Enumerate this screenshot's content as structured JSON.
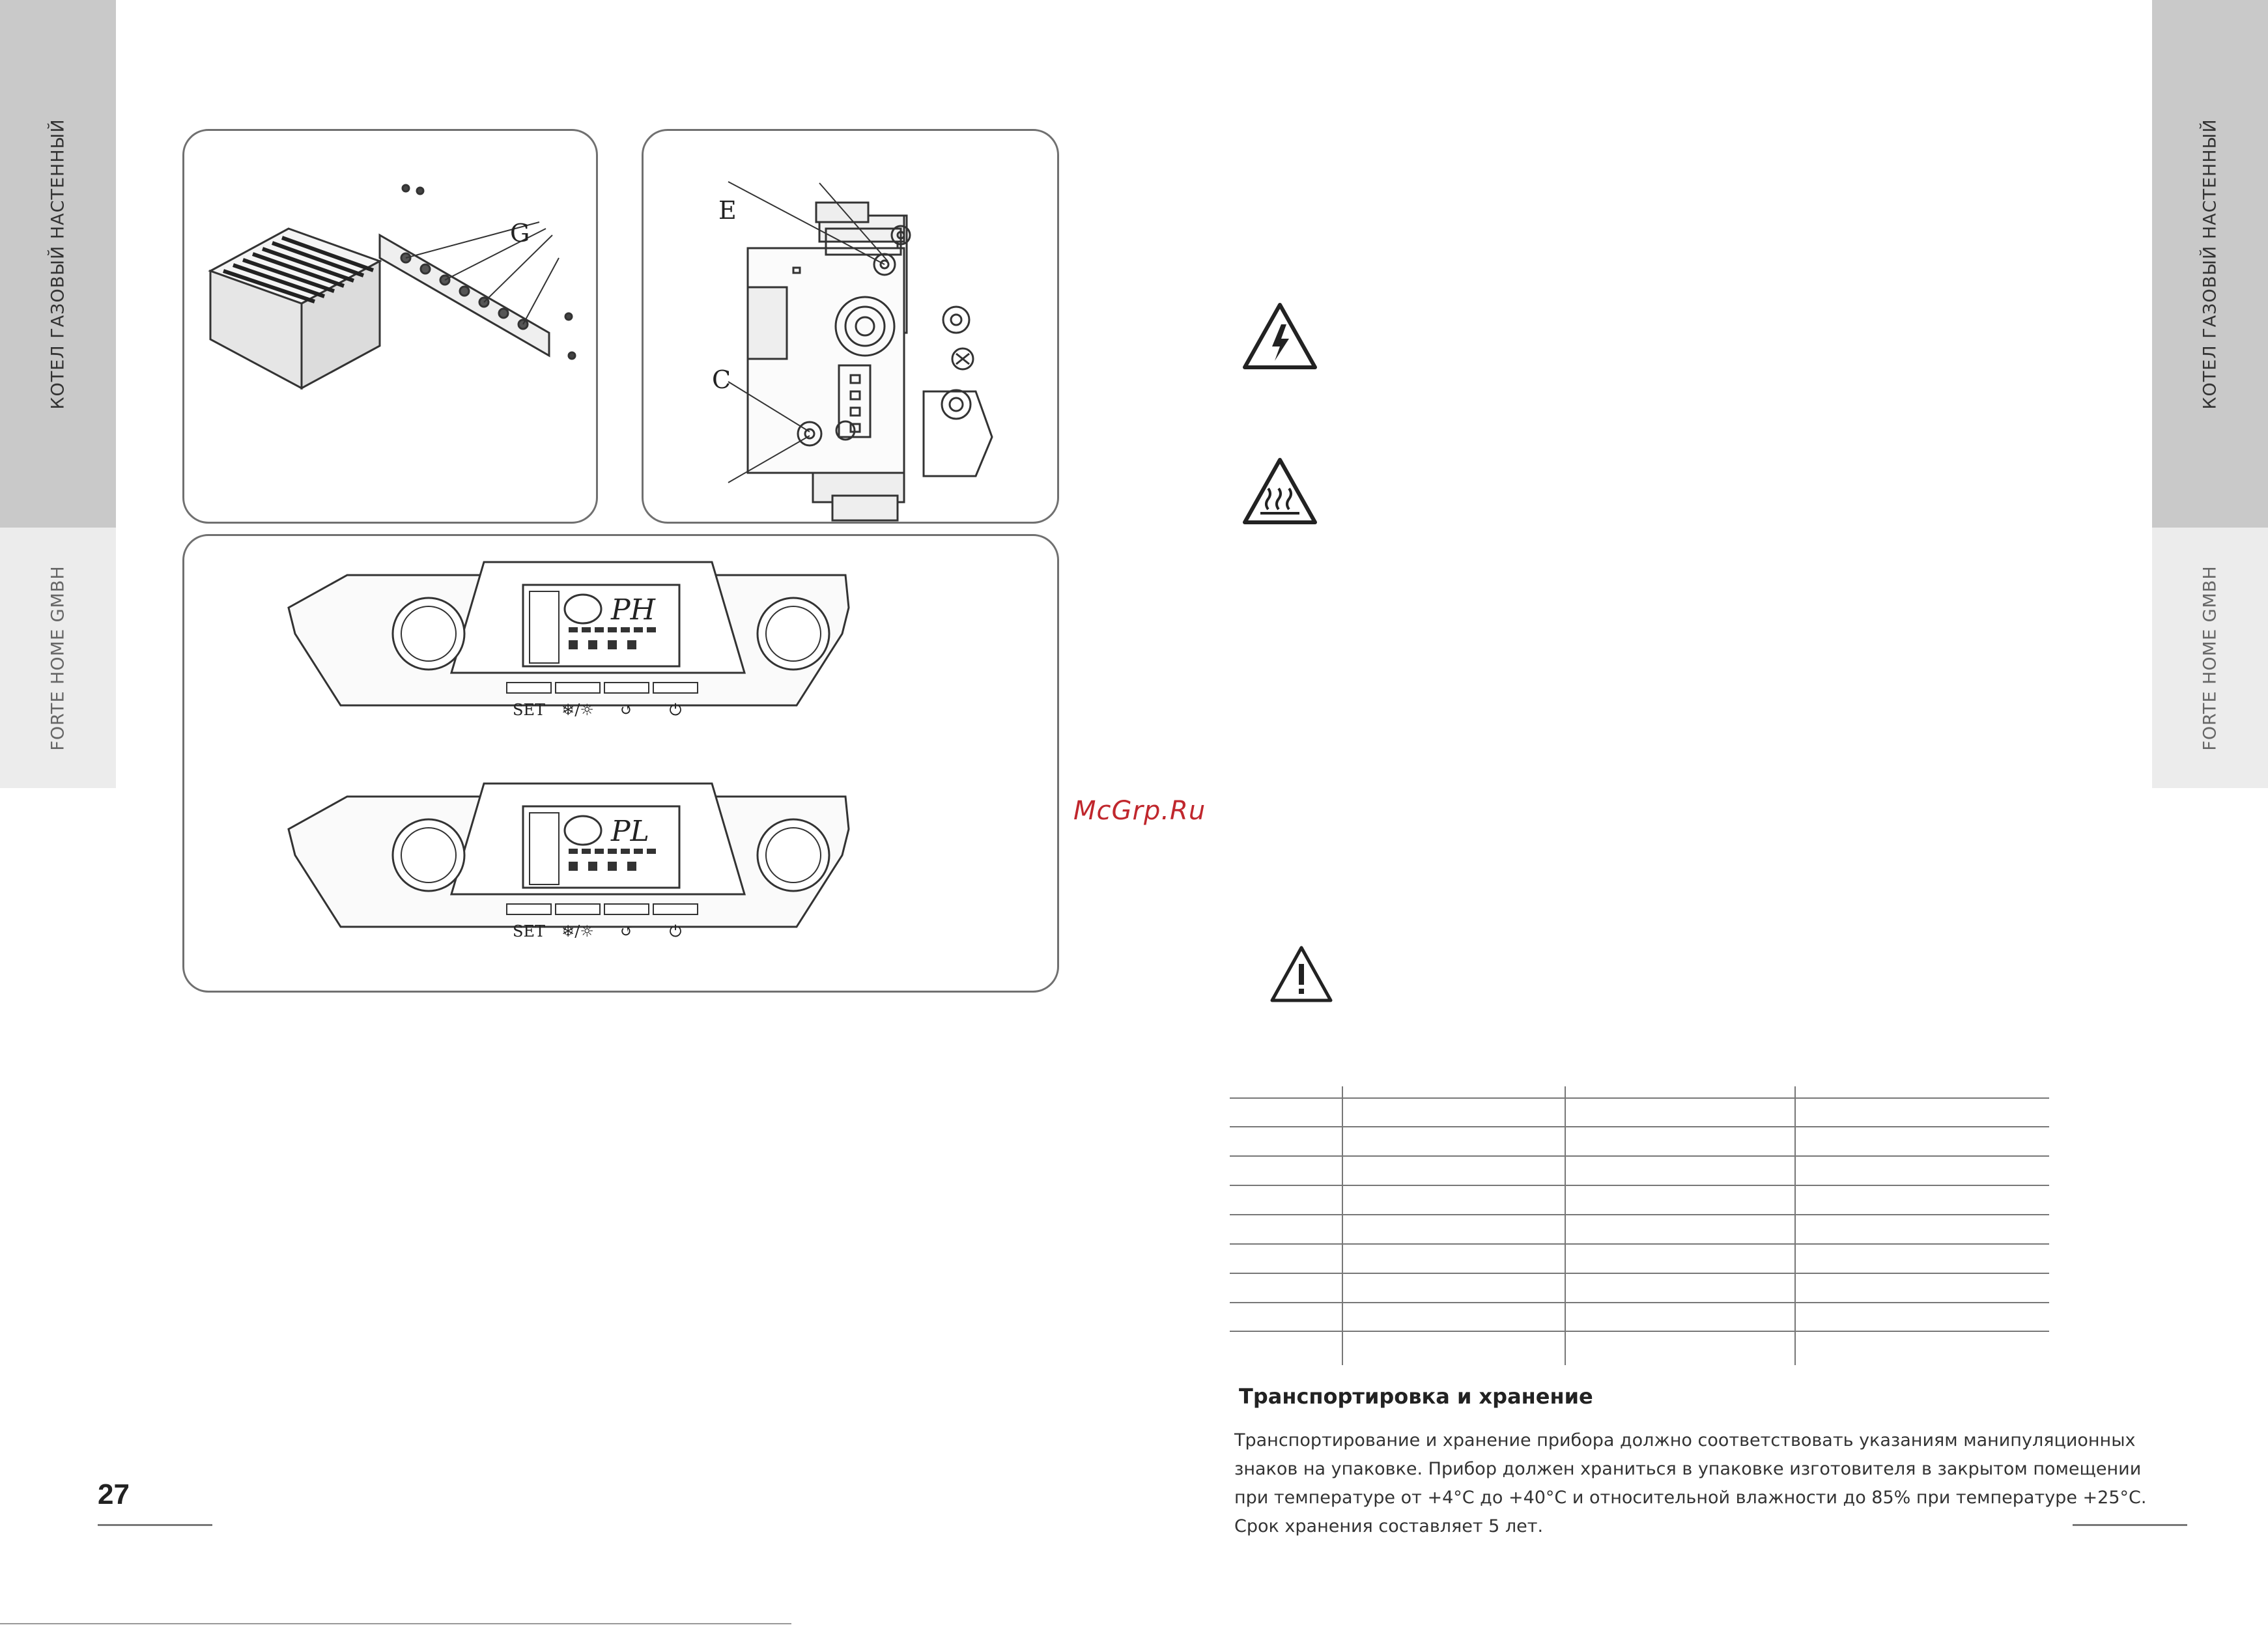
{
  "side_tabs": {
    "left_top": "КОТЕЛ ГАЗОВЫЙ НАСТЕННЫЙ",
    "left_bottom": "FORTE HOME GMBH",
    "right_top": "КОТЕЛ ГАЗОВЫЙ НАСТЕННЫЙ",
    "right_bottom": "FORTE HOME GMBH"
  },
  "page_number": "27",
  "figures": {
    "burner_label": "G",
    "valve_label_e": "E",
    "valve_label_c": "C",
    "panel_top": {
      "display_code": "PH",
      "buttons": [
        "SET",
        "❄/☼",
        "↺",
        "⏻"
      ]
    },
    "panel_bottom": {
      "display_code": "PL",
      "buttons": [
        "SET",
        "❄/☼",
        "↺",
        "⏻"
      ]
    }
  },
  "watermark": "McGrp.Ru",
  "warning_icons": [
    "electric-hazard-icon",
    "hot-surface-icon",
    "general-warning-icon"
  ],
  "section": {
    "heading": "Транспортировка и хранение",
    "lines": [
      "Транспортирование и хранение прибора должно соответствовать указаниям манипуляционных",
      "знаков на упаковке. Прибор должен храниться в упаковке изготовителя в закрытом помещении",
      "при температуре от +4°С до +40°С и относительной влажности до 85% при температуре +25°С.",
      "Срок хранения составляет 5 лет."
    ]
  }
}
